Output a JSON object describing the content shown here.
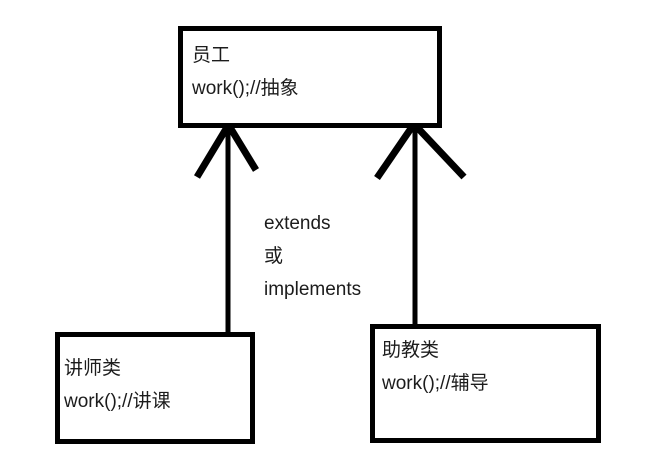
{
  "diagram": {
    "parent_class": {
      "name": "员工",
      "method": "work();//抽象"
    },
    "left_child_class": {
      "name": "讲师类",
      "method": "work();//讲课"
    },
    "right_child_class": {
      "name": "助教类",
      "method": "work();//辅导"
    },
    "relation_label": {
      "line1": "extends",
      "line2": "或",
      "line3": "implements"
    },
    "colors": {
      "line": "#000000",
      "text": "#1c1c1c",
      "background": "#ffffff"
    }
  }
}
